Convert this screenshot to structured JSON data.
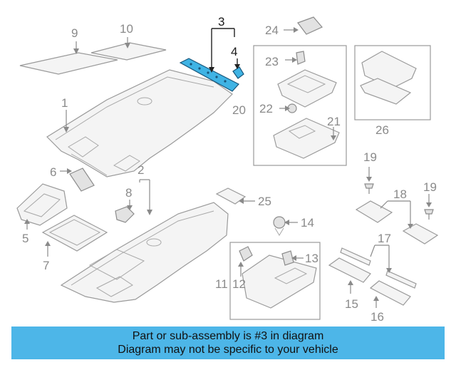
{
  "callouts": {
    "c1": "1",
    "c2": "2",
    "c3": "3",
    "c4": "4",
    "c5": "5",
    "c6": "6",
    "c7": "7",
    "c8": "8",
    "c9": "9",
    "c10": "10",
    "c11": "11",
    "c12": "12",
    "c13": "13",
    "c14": "14",
    "c15": "15",
    "c16": "16",
    "c17": "17",
    "c18": "18",
    "c19a": "19",
    "c19b": "19",
    "c20": "20",
    "c21": "21",
    "c22": "22",
    "c23": "23",
    "c24": "24",
    "c25": "25",
    "c26": "26"
  },
  "highlight_color": "#3fb3e4",
  "banner": {
    "line1": "Part or sub-assembly is #3 in diagram",
    "line2": "Diagram may not be specific to your vehicle",
    "background": "#4db6e8"
  }
}
